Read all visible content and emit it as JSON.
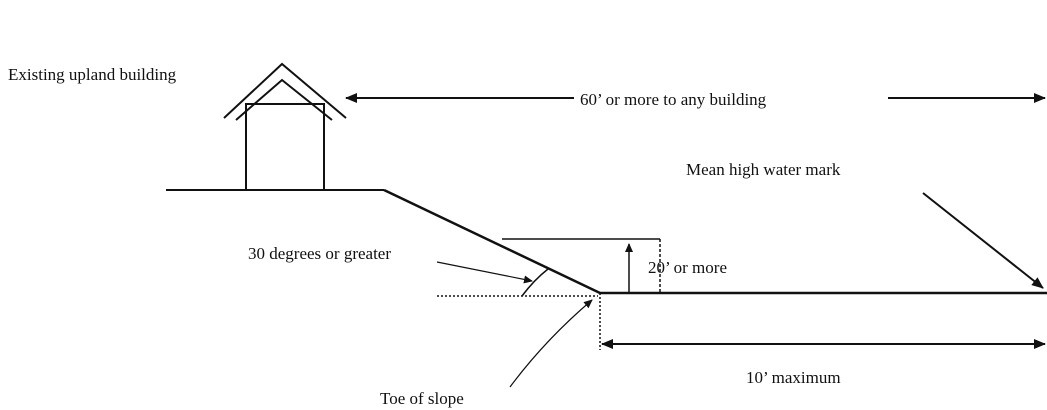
{
  "labels": {
    "existing_building": "Existing upland building",
    "setback_distance": "60’ or more to any building",
    "mean_high_water": "Mean high water  mark",
    "slope_angle": "30 degrees or greater",
    "bank_height": "20’ or more",
    "max_width": "10’ maximum",
    "toe_of_slope": "Toe of slope"
  },
  "colors": {
    "ink": "#111111",
    "background": "#ffffff"
  }
}
